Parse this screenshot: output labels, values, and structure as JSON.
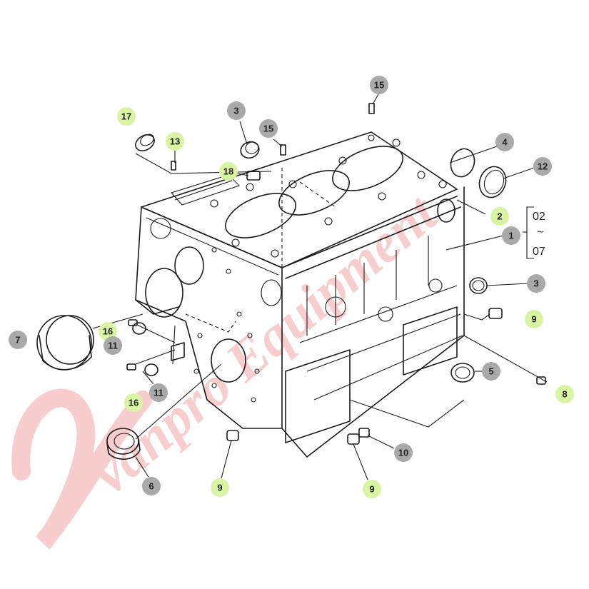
{
  "colors": {
    "callout_green": "#d9f5a3",
    "callout_gray": "#a9a9a9",
    "watermark": "#f3a6a6",
    "line": "#1a1a1a"
  },
  "watermark": {
    "text": "Vanpro Equipment"
  },
  "range_bracket": {
    "from": "02",
    "separator": "~",
    "to": "07"
  },
  "callouts": [
    {
      "id": "c17",
      "label": "17",
      "style": "green"
    },
    {
      "id": "c13",
      "label": "13",
      "style": "green"
    },
    {
      "id": "c3a",
      "label": "3",
      "style": "gray"
    },
    {
      "id": "c15a",
      "label": "15",
      "style": "gray"
    },
    {
      "id": "c15b",
      "label": "15",
      "style": "gray"
    },
    {
      "id": "c18",
      "label": "18",
      "style": "green"
    },
    {
      "id": "c4",
      "label": "4",
      "style": "gray"
    },
    {
      "id": "c12",
      "label": "12",
      "style": "gray"
    },
    {
      "id": "c2",
      "label": "2",
      "style": "green"
    },
    {
      "id": "c1",
      "label": "1",
      "style": "gray"
    },
    {
      "id": "c3b",
      "label": "3",
      "style": "gray"
    },
    {
      "id": "c9a",
      "label": "9",
      "style": "green"
    },
    {
      "id": "c5",
      "label": "5",
      "style": "gray"
    },
    {
      "id": "c8",
      "label": "8",
      "style": "green"
    },
    {
      "id": "c7",
      "label": "7",
      "style": "gray"
    },
    {
      "id": "c16a",
      "label": "16",
      "style": "green"
    },
    {
      "id": "c11a",
      "label": "11",
      "style": "gray"
    },
    {
      "id": "c16b",
      "label": "16",
      "style": "green"
    },
    {
      "id": "c11b",
      "label": "11",
      "style": "gray"
    },
    {
      "id": "c6",
      "label": "6",
      "style": "gray"
    },
    {
      "id": "c9b",
      "label": "9",
      "style": "green"
    },
    {
      "id": "c9c",
      "label": "9",
      "style": "green"
    },
    {
      "id": "c10",
      "label": "10",
      "style": "gray"
    }
  ]
}
